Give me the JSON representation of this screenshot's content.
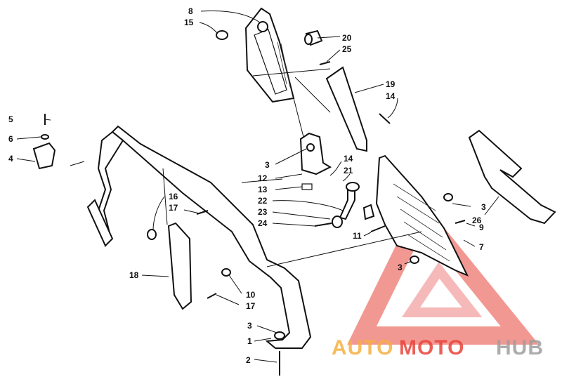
{
  "callouts": [
    {
      "id": "8",
      "text": "8"
    },
    {
      "id": "15",
      "text": "15"
    },
    {
      "id": "20",
      "text": "20"
    },
    {
      "id": "25",
      "text": "25"
    },
    {
      "id": "19",
      "text": "19"
    },
    {
      "id": "14a",
      "text": "14"
    },
    {
      "id": "5",
      "text": "5"
    },
    {
      "id": "6",
      "text": "6"
    },
    {
      "id": "4",
      "text": "4"
    },
    {
      "id": "3a",
      "text": "3"
    },
    {
      "id": "14b",
      "text": "14"
    },
    {
      "id": "12",
      "text": "12"
    },
    {
      "id": "21",
      "text": "21"
    },
    {
      "id": "13",
      "text": "13"
    },
    {
      "id": "22",
      "text": "22"
    },
    {
      "id": "23",
      "text": "23"
    },
    {
      "id": "24",
      "text": "24"
    },
    {
      "id": "11",
      "text": "11"
    },
    {
      "id": "16",
      "text": "16"
    },
    {
      "id": "17a",
      "text": "17"
    },
    {
      "id": "3b",
      "text": "3"
    },
    {
      "id": "26",
      "text": "26"
    },
    {
      "id": "9",
      "text": "9"
    },
    {
      "id": "7",
      "text": "7"
    },
    {
      "id": "3c",
      "text": "3"
    },
    {
      "id": "18",
      "text": "18"
    },
    {
      "id": "10",
      "text": "10"
    },
    {
      "id": "17b",
      "text": "17"
    },
    {
      "id": "3d",
      "text": "3"
    },
    {
      "id": "1",
      "text": "1"
    },
    {
      "id": "2",
      "text": "2"
    }
  ],
  "watermark": {
    "part1": "AUTO",
    "part2": "MOTO",
    "part3": "HUB",
    "color_red": "#e8443a",
    "color_orange": "#f5b041",
    "color_gray": "#9e9e9e"
  }
}
